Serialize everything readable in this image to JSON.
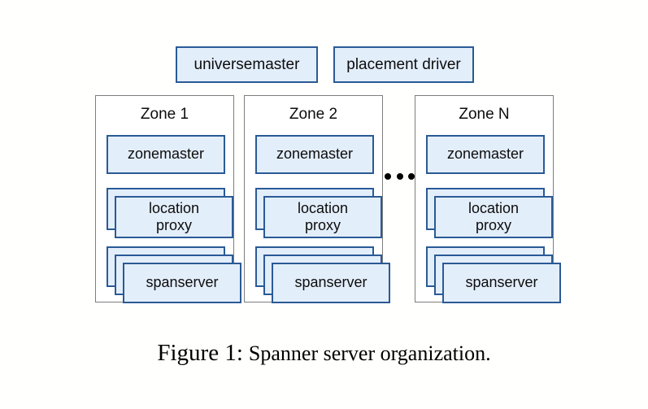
{
  "figure": {
    "caption_label": "Figure 1:",
    "caption_text": "Spanner server organization.",
    "background_color": "#fffffd"
  },
  "colors": {
    "box_fill": "#e3eefb",
    "box_border": "#2a5a96",
    "zone_border": "#7d7d7d",
    "text": "#0d0d0d",
    "dot": "#000000"
  },
  "global_services": [
    {
      "id": "universemaster",
      "label": "universemaster"
    },
    {
      "id": "placement-driver",
      "label": "placement driver"
    }
  ],
  "zones": [
    {
      "id": "zone-1",
      "title": "Zone 1",
      "components": [
        {
          "id": "zonemaster",
          "label": "zonemaster",
          "stack_count": 1
        },
        {
          "id": "location-proxy",
          "label": "location\nproxy",
          "line1": "location",
          "line2": "proxy",
          "stack_count": 2
        },
        {
          "id": "spanserver",
          "label": "spanserver",
          "stack_count": 3
        }
      ]
    },
    {
      "id": "zone-2",
      "title": "Zone 2",
      "components": [
        {
          "id": "zonemaster",
          "label": "zonemaster",
          "stack_count": 1
        },
        {
          "id": "location-proxy",
          "label": "location\nproxy",
          "line1": "location",
          "line2": "proxy",
          "stack_count": 2
        },
        {
          "id": "spanserver",
          "label": "spanserver",
          "stack_count": 3
        }
      ]
    },
    {
      "id": "zone-n",
      "title": "Zone N",
      "components": [
        {
          "id": "zonemaster",
          "label": "zonemaster",
          "stack_count": 1
        },
        {
          "id": "location-proxy",
          "label": "location\nproxy",
          "line1": "location",
          "line2": "proxy",
          "stack_count": 2
        },
        {
          "id": "spanserver",
          "label": "spanserver",
          "stack_count": 3
        }
      ]
    }
  ],
  "ellipsis": {
    "id": "zone-continuation-ellipsis",
    "dot_count": 3,
    "meaning": "more zones"
  }
}
